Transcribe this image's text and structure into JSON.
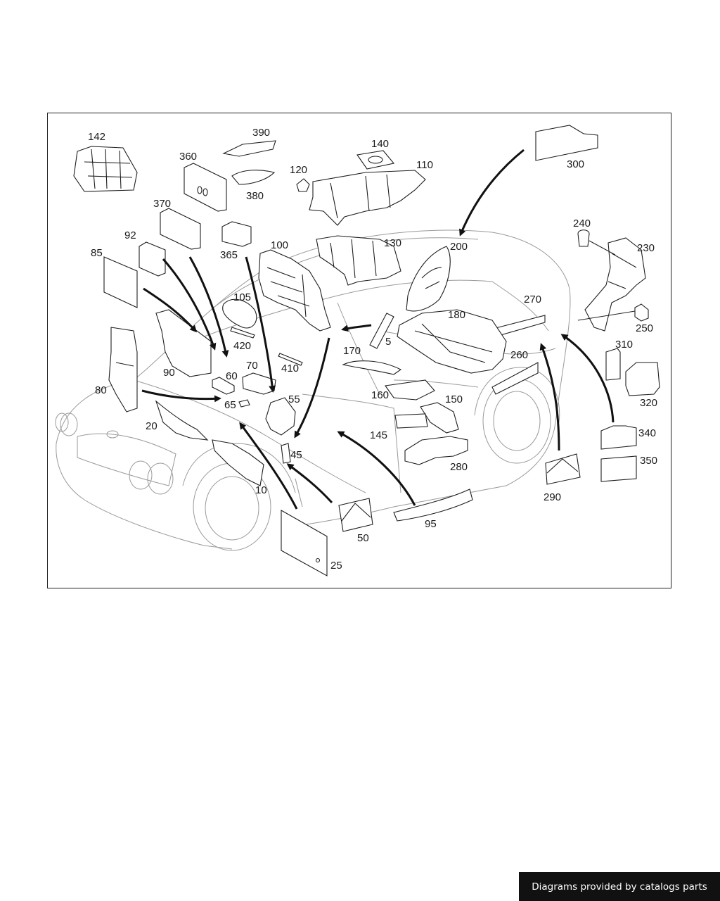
{
  "footer": {
    "credit": "Diagrams provided by catalogs parts"
  },
  "labels": {
    "l142": "142",
    "l390": "390",
    "l360": "360",
    "l380": "380",
    "l140": "140",
    "l120": "120",
    "l110": "110",
    "l300": "300",
    "l370": "370",
    "l92": "92",
    "l365": "365",
    "l100": "100",
    "l130": "130",
    "l200": "200",
    "l240": "240",
    "l230": "230",
    "l85": "85",
    "l105": "105",
    "l270": "270",
    "l250": "250",
    "l180": "180",
    "l420": "420",
    "l5": "5",
    "l310": "310",
    "l90": "90",
    "l60": "60",
    "l70": "70",
    "l410": "410",
    "l170": "170",
    "l260": "260",
    "l80": "80",
    "l65": "65",
    "l55": "55",
    "l160": "160",
    "l150": "150",
    "l320": "320",
    "l20": "20",
    "l145": "145",
    "l340": "340",
    "l45": "45",
    "l280": "280",
    "l350": "350",
    "l10": "10",
    "l290": "290",
    "l50": "50",
    "l95": "95",
    "l25": "25"
  }
}
